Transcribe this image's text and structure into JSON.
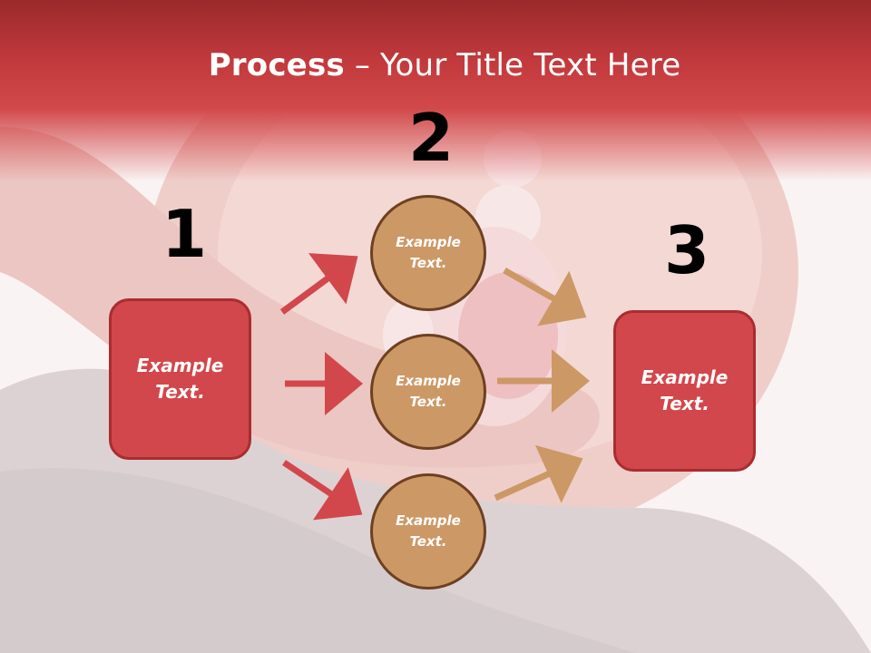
{
  "slide": {
    "title_bold": "Process",
    "title_rest": " – Your Title Text Here",
    "colors": {
      "title_band": "#c33a3d",
      "box_fill": "#d2474b",
      "box_border": "#a82d31",
      "circle_fill": "#cc9865",
      "circle_border": "#6e4022",
      "arrow_red": "#d2474b",
      "arrow_tan": "#cc9865"
    }
  },
  "steps": [
    {
      "number": "1",
      "text": "Example Text."
    },
    {
      "number": "2",
      "items": [
        "Example Text.",
        "Example Text.",
        "Example Text."
      ]
    },
    {
      "number": "3",
      "text": "Example Text."
    }
  ]
}
